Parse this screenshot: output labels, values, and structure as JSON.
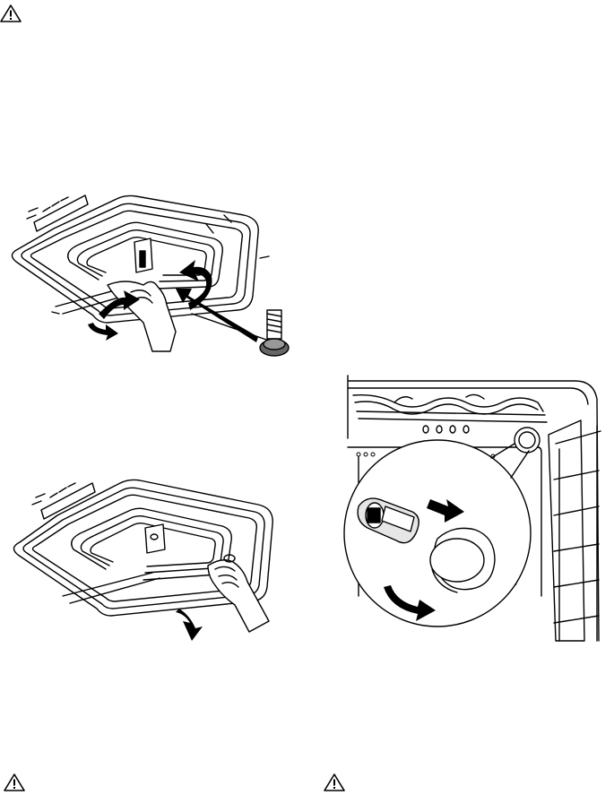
{
  "page": {
    "icons": [
      "warning-icon",
      "warning-icon",
      "warning-icon"
    ],
    "figures": [
      "grill-element-screw-removal-illustration",
      "grill-element-lowering-illustration",
      "oven-lamp-replacement-illustration"
    ],
    "colors": {
      "ink": "#000000",
      "paper": "#ffffff",
      "shade": "#e6e6e6"
    }
  }
}
